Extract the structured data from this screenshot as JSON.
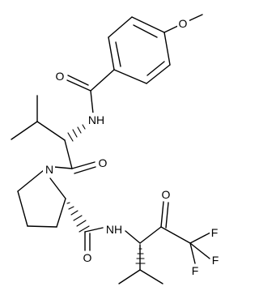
{
  "molecule": {
    "atom_labels": {
      "methoxy_o": "O",
      "benzamide_o": "O",
      "amide_nh_1": "NH",
      "valine_carbonyl_o": "O",
      "proline_n": "N",
      "amide_nh_2": "NH",
      "ketone_o": "O",
      "prolinamide_o": "O",
      "fluorine_1": "F",
      "fluorine_2": "F",
      "fluorine_3": "F"
    }
  }
}
